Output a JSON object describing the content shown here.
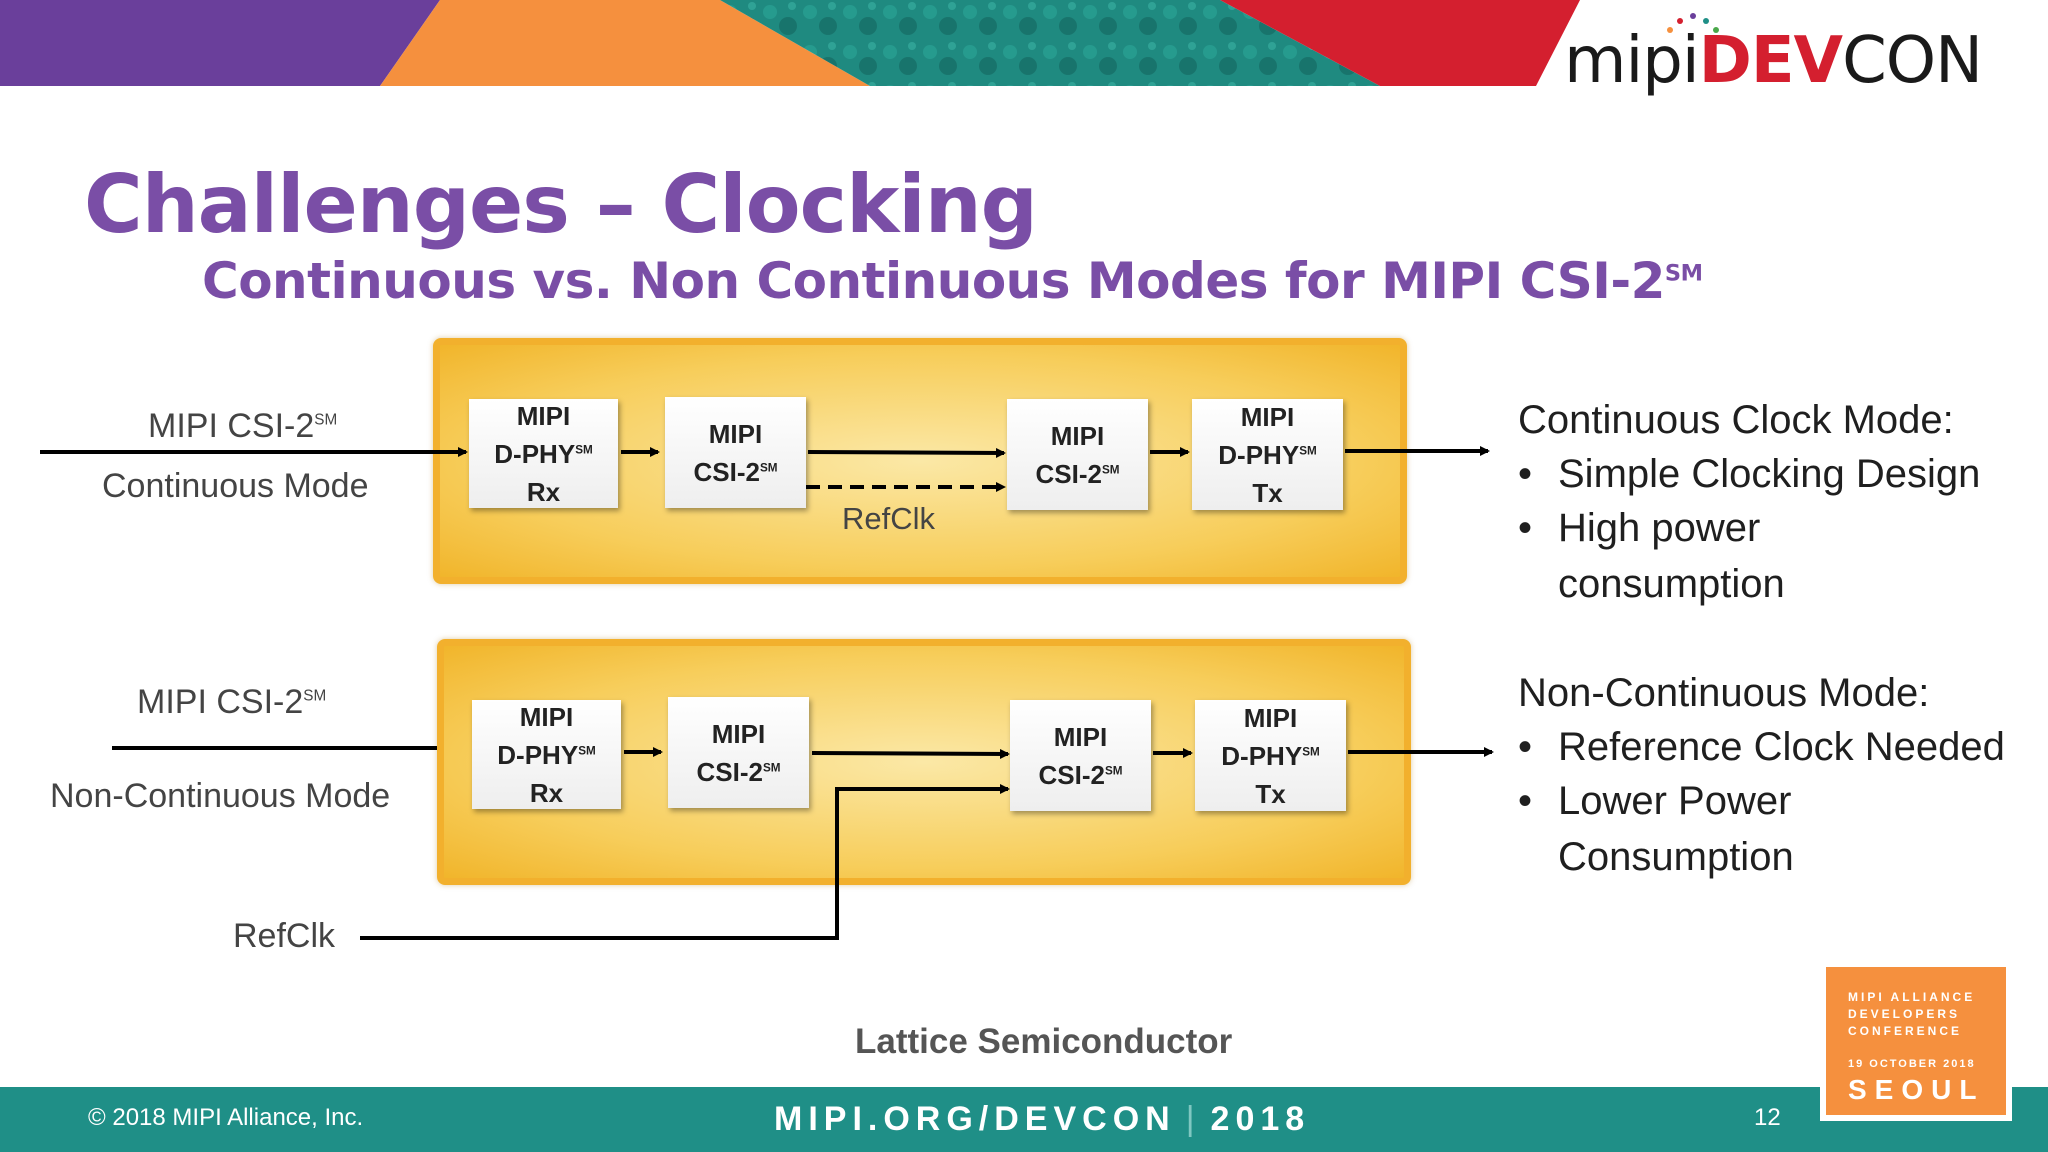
{
  "logo": {
    "mipi": "mipi",
    "dev": "DEV",
    "con": "CON"
  },
  "title": "Challenges – Clocking",
  "subtitle": {
    "text": "Continuous vs. Non Continuous Modes for MIPI CSI-2",
    "sup": "SM"
  },
  "top_diagram": {
    "input_label": {
      "text": "MIPI CSI-2",
      "sup": "SM"
    },
    "mode_label": "Continuous Mode",
    "refclk_label": "RefClk",
    "blocks": [
      {
        "l1": "MIPI",
        "l2": "D-PHY",
        "sup": "SM",
        "l3": "Rx"
      },
      {
        "l1": "MIPI",
        "l2": "CSI-2",
        "sup": "SM",
        "l3": ""
      },
      {
        "l1": "MIPI",
        "l2": "CSI-2",
        "sup": "SM",
        "l3": ""
      },
      {
        "l1": "MIPI",
        "l2": "D-PHY",
        "sup": "SM",
        "l3": "Tx"
      }
    ]
  },
  "bottom_diagram": {
    "input_label": {
      "text": "MIPI CSI-2",
      "sup": "SM"
    },
    "mode_label": "Non-Continuous Mode",
    "refclk_label": "RefClk",
    "blocks": [
      {
        "l1": "MIPI",
        "l2": "D-PHY",
        "sup": "SM",
        "l3": "Rx"
      },
      {
        "l1": "MIPI",
        "l2": "CSI-2",
        "sup": "SM",
        "l3": ""
      },
      {
        "l1": "MIPI",
        "l2": "CSI-2",
        "sup": "SM",
        "l3": ""
      },
      {
        "l1": "MIPI",
        "l2": "D-PHY",
        "sup": "SM",
        "l3": "Tx"
      }
    ]
  },
  "continuous_notes": {
    "heading": "Continuous Clock Mode:",
    "bullet1": "Simple Clocking Design",
    "bullet2_line1": "High power",
    "bullet2_line2": "consumption"
  },
  "noncontinuous_notes": {
    "heading": "Non-Continuous Mode:",
    "bullet1": "Reference Clock Needed",
    "bullet2_line1": "Lower Power",
    "bullet2_line2": "Consumption"
  },
  "credit": "Lattice Semiconductor",
  "footer": {
    "copyright": "© 2018 MIPI Alliance, Inc.",
    "site": "MIPI.ORG/DEVCON",
    "year": "2018",
    "page": "12"
  },
  "badge": {
    "line1": "MIPI ALLIANCE",
    "line2": "DEVELOPERS",
    "line3": "CONFERENCE",
    "date": "19 OCTOBER 2018",
    "city": "SEOUL"
  },
  "colors": {
    "purple": "#6a3f9b",
    "orange": "#f5903e",
    "teal": "#1f8f87",
    "red": "#d41f2f",
    "title": "#7a4ea6",
    "panel": "#f2b02d"
  }
}
